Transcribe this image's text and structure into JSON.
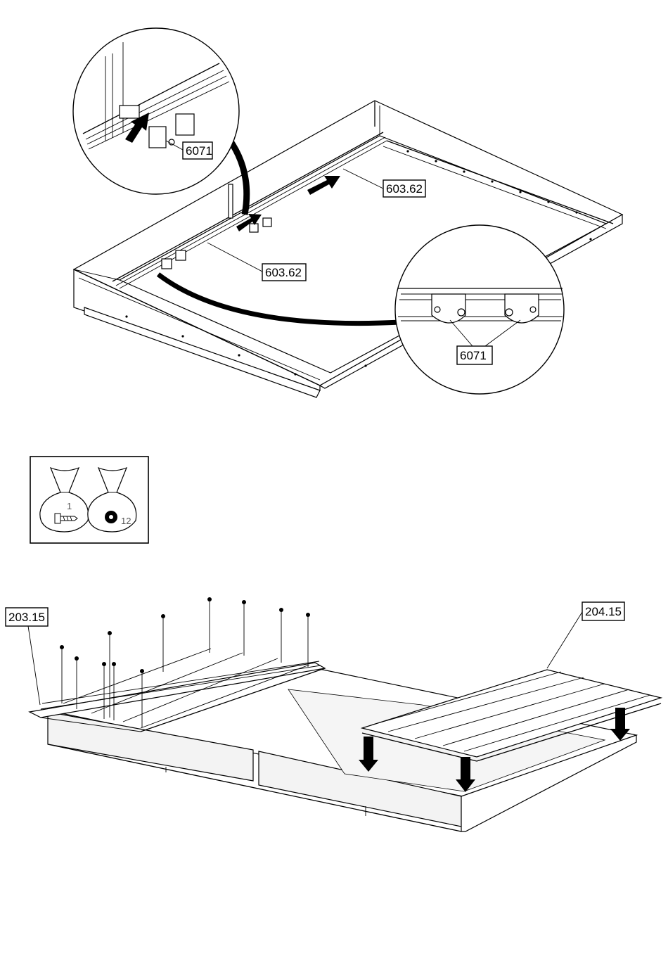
{
  "callouts": {
    "top_detail_part": "6071",
    "top_rail_right": "603.62",
    "top_rail_left": "603.62",
    "right_detail_part": "6071",
    "roof_left": "203.15",
    "roof_right": "204.15"
  },
  "hardware_bags": {
    "screw_bag_count": "1",
    "washer_bag_count": "12",
    "screw_icon": "screw-icon",
    "washer_icon": "washer-icon"
  }
}
